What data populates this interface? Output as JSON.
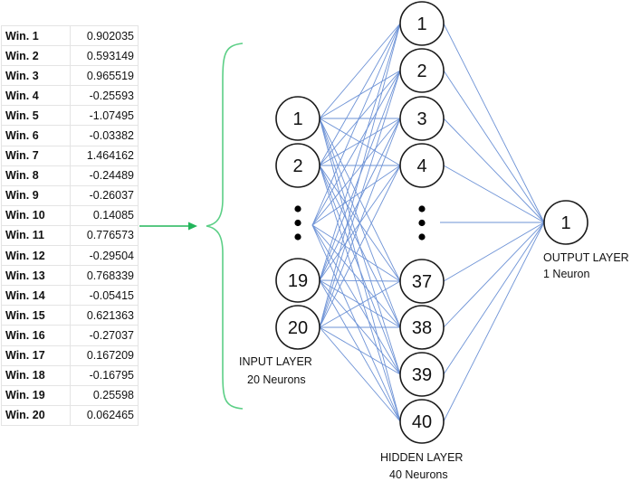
{
  "table": {
    "rows": [
      {
        "label": "Win. 1",
        "value": "0.902035"
      },
      {
        "label": "Win. 2",
        "value": "0.593149"
      },
      {
        "label": "Win. 3",
        "value": "0.965519"
      },
      {
        "label": "Win. 4",
        "value": "-0.25593"
      },
      {
        "label": "Win. 5",
        "value": "-1.07495"
      },
      {
        "label": "Win. 6",
        "value": "-0.03382"
      },
      {
        "label": "Win. 7",
        "value": "1.464162"
      },
      {
        "label": "Win. 8",
        "value": "-0.24489"
      },
      {
        "label": "Win. 9",
        "value": "-0.26037"
      },
      {
        "label": "Win. 10",
        "value": "0.14085"
      },
      {
        "label": "Win. 11",
        "value": "0.776573"
      },
      {
        "label": "Win. 12",
        "value": "-0.29504"
      },
      {
        "label": "Win. 13",
        "value": "0.768339"
      },
      {
        "label": "Win. 14",
        "value": "-0.05415"
      },
      {
        "label": "Win. 15",
        "value": "0.621363"
      },
      {
        "label": "Win. 16",
        "value": "-0.27037"
      },
      {
        "label": "Win. 17",
        "value": "0.167209"
      },
      {
        "label": "Win. 18",
        "value": "-0.16795"
      },
      {
        "label": "Win. 19",
        "value": "0.25598"
      },
      {
        "label": "Win. 20",
        "value": "0.062465"
      }
    ]
  },
  "colors": {
    "connection": "#6e93d6",
    "arrow": "#22b55a",
    "brace": "#5ccf86"
  },
  "network": {
    "input_layer": {
      "title": "INPUT LAYER",
      "subtitle": "20 Neurons",
      "neurons_top": [
        "1",
        "2"
      ],
      "neurons_bottom": [
        "19",
        "20"
      ]
    },
    "hidden_layer": {
      "title": "HIDDEN LAYER",
      "subtitle": "40 Neurons",
      "neurons_top": [
        "1",
        "2",
        "3",
        "4"
      ],
      "neurons_bottom": [
        "37",
        "38",
        "39",
        "40"
      ]
    },
    "output_layer": {
      "title": "OUTPUT LAYER",
      "subtitle": "1 Neuron",
      "neurons": [
        "1"
      ]
    }
  }
}
